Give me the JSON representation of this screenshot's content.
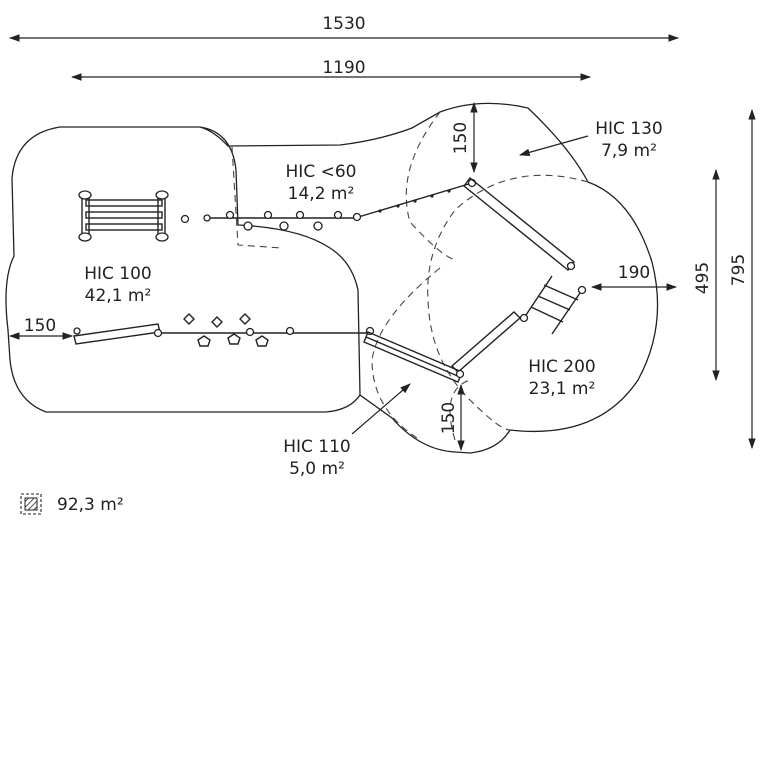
{
  "dimensions": {
    "overall_width": "1530",
    "inner_width": "1190",
    "height_total": "795",
    "height_inner": "495",
    "offset_top": "150",
    "offset_left": "150",
    "offset_right": "190",
    "offset_bottom": "150"
  },
  "zones": {
    "hic_lt60": {
      "name": "HIC <60",
      "area": "14,2 m²"
    },
    "hic_100": {
      "name": "HIC 100",
      "area": "42,1 m²"
    },
    "hic_130": {
      "name": "HIC 130",
      "area": "7,9 m²"
    },
    "hic_200": {
      "name": "HIC 200",
      "area": "23,1 m²"
    },
    "hic_110": {
      "name": "HIC 110",
      "area": "5,0 m²"
    }
  },
  "legend": {
    "total_area": "92,3 m²"
  }
}
